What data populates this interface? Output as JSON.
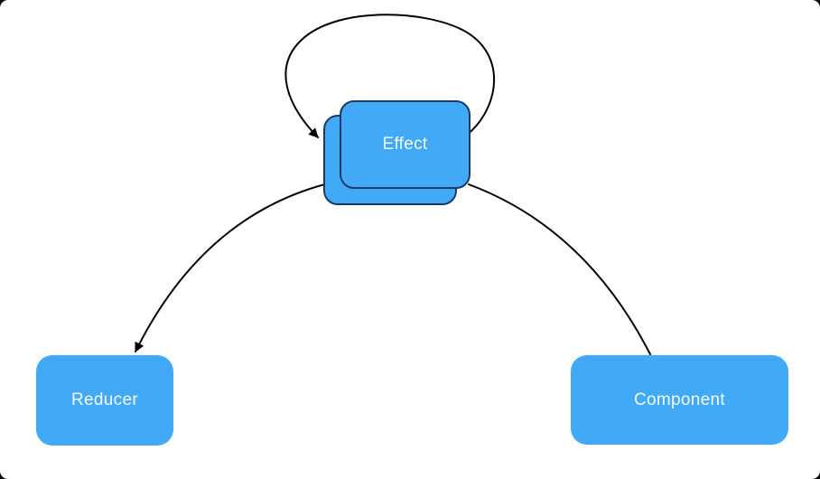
{
  "diagram": {
    "title": "effect-data-flow-diagram",
    "colors": {
      "background": "#ffffff",
      "node_fill": "#42a9f7",
      "effect_card_border": "#1a3a66",
      "arrow": "#000000",
      "label_text": "#f4faff"
    },
    "nodes": [
      {
        "id": "effect",
        "label": "Effect",
        "style": "stacked-cards"
      },
      {
        "id": "reducer",
        "label": "Reducer",
        "style": "rounded-rect"
      },
      {
        "id": "component",
        "label": "Component",
        "style": "rounded-rect"
      }
    ],
    "edges": [
      {
        "from": "effect",
        "to": "effect",
        "kind": "self-loop",
        "arrowhead": true
      },
      {
        "from": "effect",
        "to": "reducer",
        "kind": "curved",
        "arrowhead": true
      },
      {
        "from": "component",
        "to": "effect",
        "kind": "curved",
        "arrowhead": false
      }
    ]
  }
}
